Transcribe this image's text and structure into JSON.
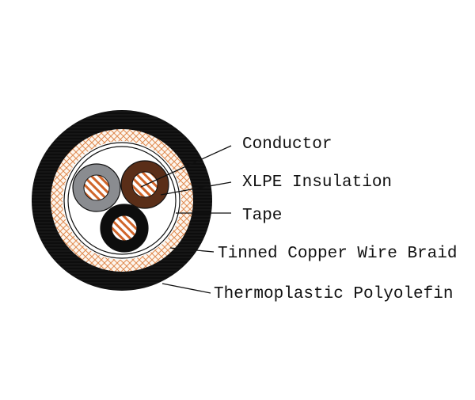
{
  "title": "Cable cross-section",
  "labels": {
    "conductor": "Conductor",
    "insulation": "XLPE Insulation",
    "tape": "Tape",
    "braid": "Tinned Copper Wire Braid",
    "sheath": "Thermoplastic Polyolefin"
  },
  "colors": {
    "sheath": "#0d0d0d",
    "braid": "#e08a50",
    "copper": "#d0652a",
    "core_gray": "#8a8c90",
    "core_brown": "#5a2e18",
    "core_black": "#0d0d0d"
  }
}
